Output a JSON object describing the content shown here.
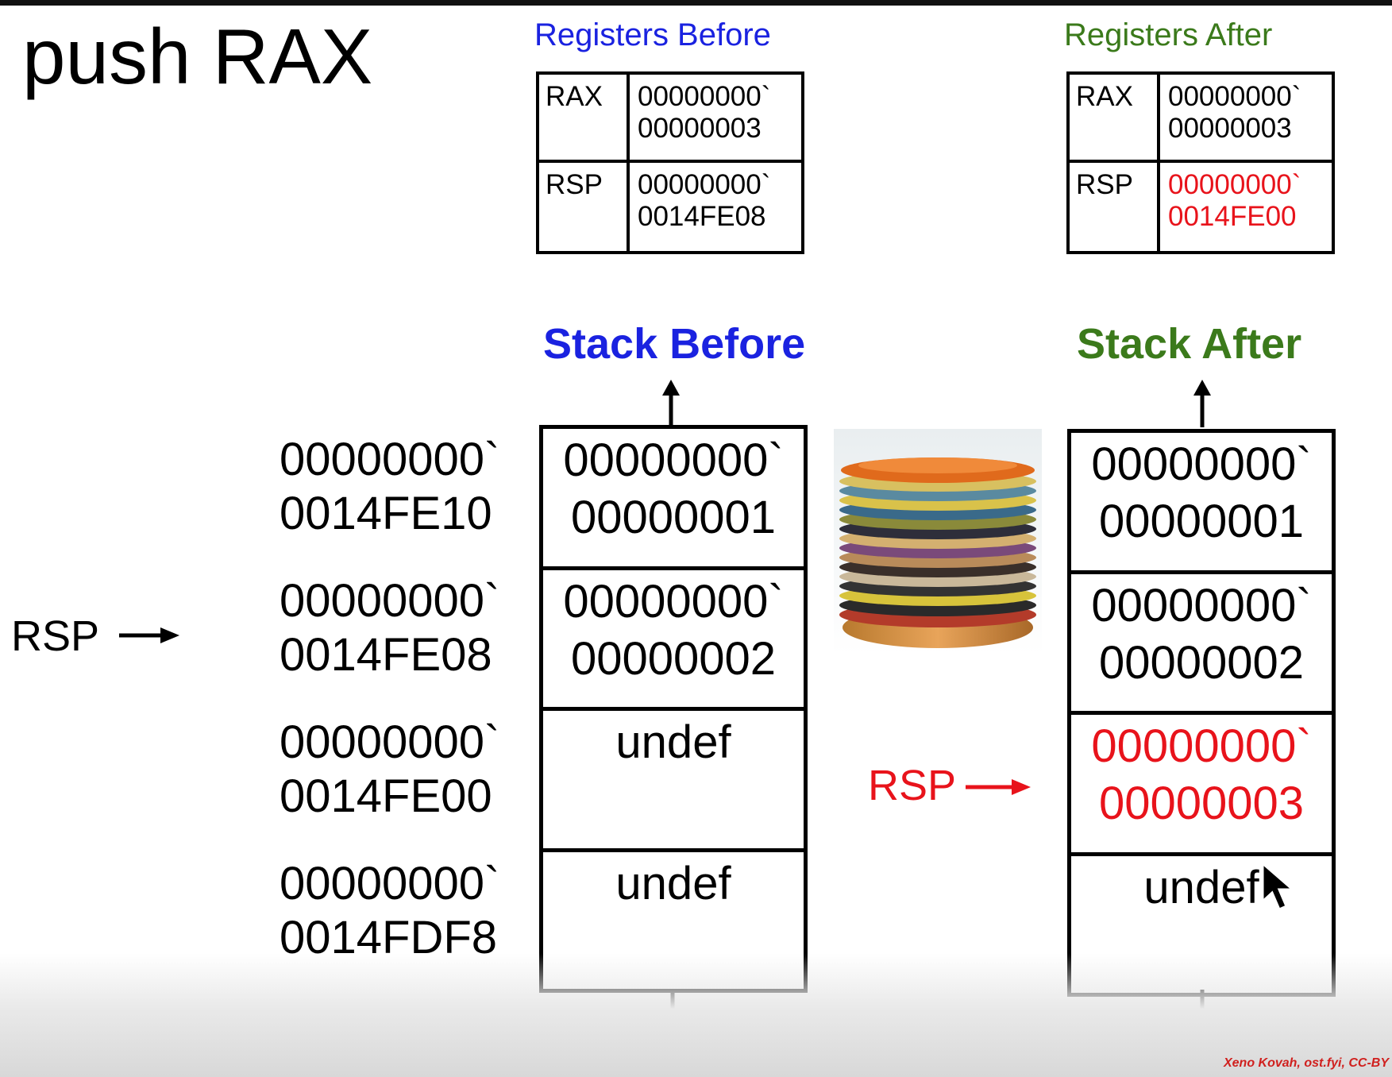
{
  "title": "push RAX",
  "registers_before": {
    "heading": "Registers Before",
    "rows": [
      {
        "name": "RAX",
        "value": "00000000`\n00000003"
      },
      {
        "name": "RSP",
        "value": "00000000`\n0014FE08"
      }
    ]
  },
  "registers_after": {
    "heading": "Registers After",
    "rows": [
      {
        "name": "RAX",
        "value": "00000000`\n00000003"
      },
      {
        "name": "RSP",
        "value": "00000000`\n0014FE00"
      }
    ]
  },
  "stack_before": {
    "heading": "Stack Before",
    "cells": [
      "00000000`\n00000001",
      "00000000`\n00000002",
      "undef",
      "undef"
    ]
  },
  "stack_after": {
    "heading": "Stack After",
    "cells": [
      "00000000`\n00000001",
      "00000000`\n00000002",
      "00000000`\n00000003",
      "undef"
    ]
  },
  "addresses": [
    "00000000`\n0014FE10",
    "00000000`\n0014FE08",
    "00000000`\n0014FE00",
    "00000000`\n0014FDF8"
  ],
  "rsp_before_label": "RSP",
  "rsp_after_label": "RSP",
  "credit": "Xeno Kovah, ost.fyi, CC-BY",
  "colors": {
    "blue": "#1a22e0",
    "green": "#3b7a1b",
    "red": "#e8131b"
  },
  "icons": [
    "up-arrow-icon",
    "down-arrow-icon",
    "right-arrow-icon",
    "mouse-cursor-icon",
    "plate-stack-image"
  ]
}
